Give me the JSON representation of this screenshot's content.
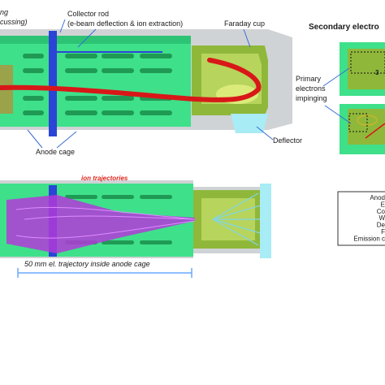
{
  "top": {
    "focusing_label_line1": "ng",
    "focusing_label_line2": "cussing)",
    "collector_rod_line1": "Collector rod",
    "collector_rod_line2": "(e-beam deflection & ion extraction)",
    "faraday_cup": "Faraday cup",
    "anode_cage": "Anode cage",
    "deflector": "Deflector"
  },
  "bottom": {
    "ion_trajectories": "ion trajectories",
    "dimension_label": "50 mm el. trajectory inside anode cage"
  },
  "right": {
    "secondary_title": "Secondary electro",
    "primary_line1": "Primary",
    "primary_line2": "electrons",
    "primary_line3": "impinging",
    "inset_text": "3",
    "legend_items": [
      "Anod",
      "E",
      "Co",
      "W",
      "De",
      "F",
      "Emission c"
    ]
  },
  "colors": {
    "body_green": "#3fe08a",
    "dark_green": "#1f9a55",
    "collector_blue": "#2a45d6",
    "electron_red": "#d81818",
    "ion_magenta": "#b23ad8",
    "faraday_olive": "#8fb83a",
    "deflector_cyan": "#a8ecf5",
    "label_red": "#e0231a",
    "dimension_blue": "#6aa9ff"
  }
}
